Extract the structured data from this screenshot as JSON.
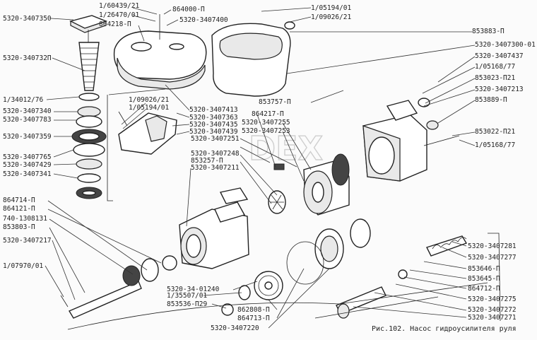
{
  "caption": "Рис.102. Насос гидроусилителя руля",
  "watermark": "DEX",
  "labels": {
    "l01": "5320-3407350",
    "l02": "1/60439/21",
    "l03": "1/26470/01",
    "l04": "864218-П",
    "l05": "864000-П",
    "l06": "5320-3407400",
    "l07": "1/05194/01",
    "l08": "1/09026/21",
    "l09": "853883-П",
    "l10": "5320-3407300-01",
    "l11": "5320-3407437",
    "l12": "1/05168/77",
    "l13": "853023-П21",
    "l14": "5320-3407213",
    "l15": "853889-П",
    "l16": "853022-П21",
    "l17": "1/05168/77",
    "l18": "5320-340732П",
    "l19": "1/34012/76",
    "l20": "5320-3407340",
    "l21": "5320-3407783",
    "l22": "5320-3407359",
    "l23": "5320-3407765",
    "l24": "5320-3407429",
    "l25": "5320-3407341",
    "l26": "1/09026/21",
    "l27": "1/05194/01",
    "l28": "5320-3407413",
    "l29": "5320-3407363",
    "l30": "5320-3407435",
    "l31": "5320-3407439",
    "l32": "5320-3407251",
    "l33": "5320-3407248",
    "l34": "853257-П",
    "l35": "5320-3407211",
    "l36": "853757-П",
    "l37": "864217-П",
    "l38": "5320-3407255",
    "l39": "5320-3407253",
    "l40": "864714-П",
    "l41": "864121-П",
    "l42": "740-1308131",
    "l43": "853803-П",
    "l44": "5320-3407217",
    "l45": "1/07970/01",
    "l46": "5320-34-01240",
    "l47": "1/35507/01",
    "l48": "853536-П29",
    "l49": "862808-П",
    "l50": "864713-П",
    "l51": "5320-3407220",
    "l52": "5320-3407281",
    "l53": "5320-3407277",
    "l54": "853646-П",
    "l55": "853645-П",
    "l56": "864712-П",
    "l57": "5320-3407275",
    "l58": "5320-3407272",
    "l59": "5320-3407271"
  }
}
